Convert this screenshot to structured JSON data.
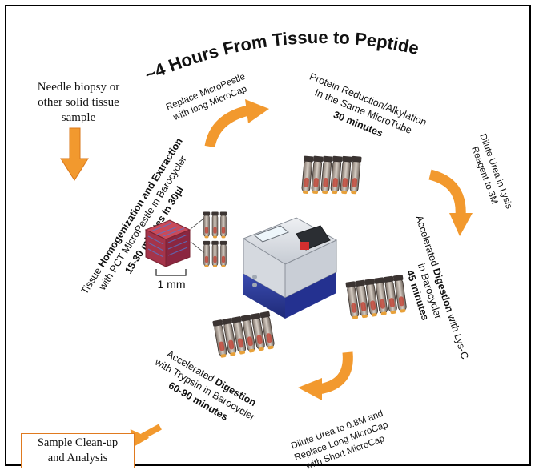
{
  "title": "~4 Hours From Tissue to Peptides",
  "intro": {
    "line1": "Needle biopsy or",
    "line2": "other solid tissue",
    "line3": "sample"
  },
  "steps": {
    "replace": {
      "line1": "Replace MicroPestle",
      "line2": "with long MicroCap"
    },
    "reduction": {
      "line1": "Protein Reduction/Alkylation",
      "line2": "In the Same MicroTube",
      "time": "30 minutes"
    },
    "dilute3m": {
      "line1": "Dilute Urea in Lysis",
      "line2": "Reagent to 3M"
    },
    "lysc": {
      "line1_a": "Accelerated ",
      "line1_b": "Digestion",
      "line1_c": " with Lys-C",
      "line2": "in Barocycler",
      "time": "45 minutes"
    },
    "dilute08": {
      "line1": "Dilute Urea to 0.8M and",
      "line2": "Replace Long MicroCap",
      "line3": "with Short MicroCap"
    },
    "trypsin": {
      "line1_a": "Accelerated ",
      "line1_b": "Digestion",
      "line2": "with Trypsin in Barocycler",
      "time": "60-90 minutes"
    },
    "homogenization": {
      "line1_a": "Tissue ",
      "line1_b": "Homogenization and Extraction",
      "line2": "with PCT MicroPestle in Barocycler",
      "time": "15-30 minutes in 30µl"
    }
  },
  "scale_bar": "1 mm",
  "cleanup": {
    "line1": "Sample Clean-up",
    "line2": "and Analysis"
  },
  "colors": {
    "arrow": "#f2992e",
    "arrow_dark": "#d9771a",
    "border": "#000000",
    "box_border": "#e07a1f",
    "instrument_base": "#2f3e9e",
    "instrument_top": "#d9dde3"
  }
}
